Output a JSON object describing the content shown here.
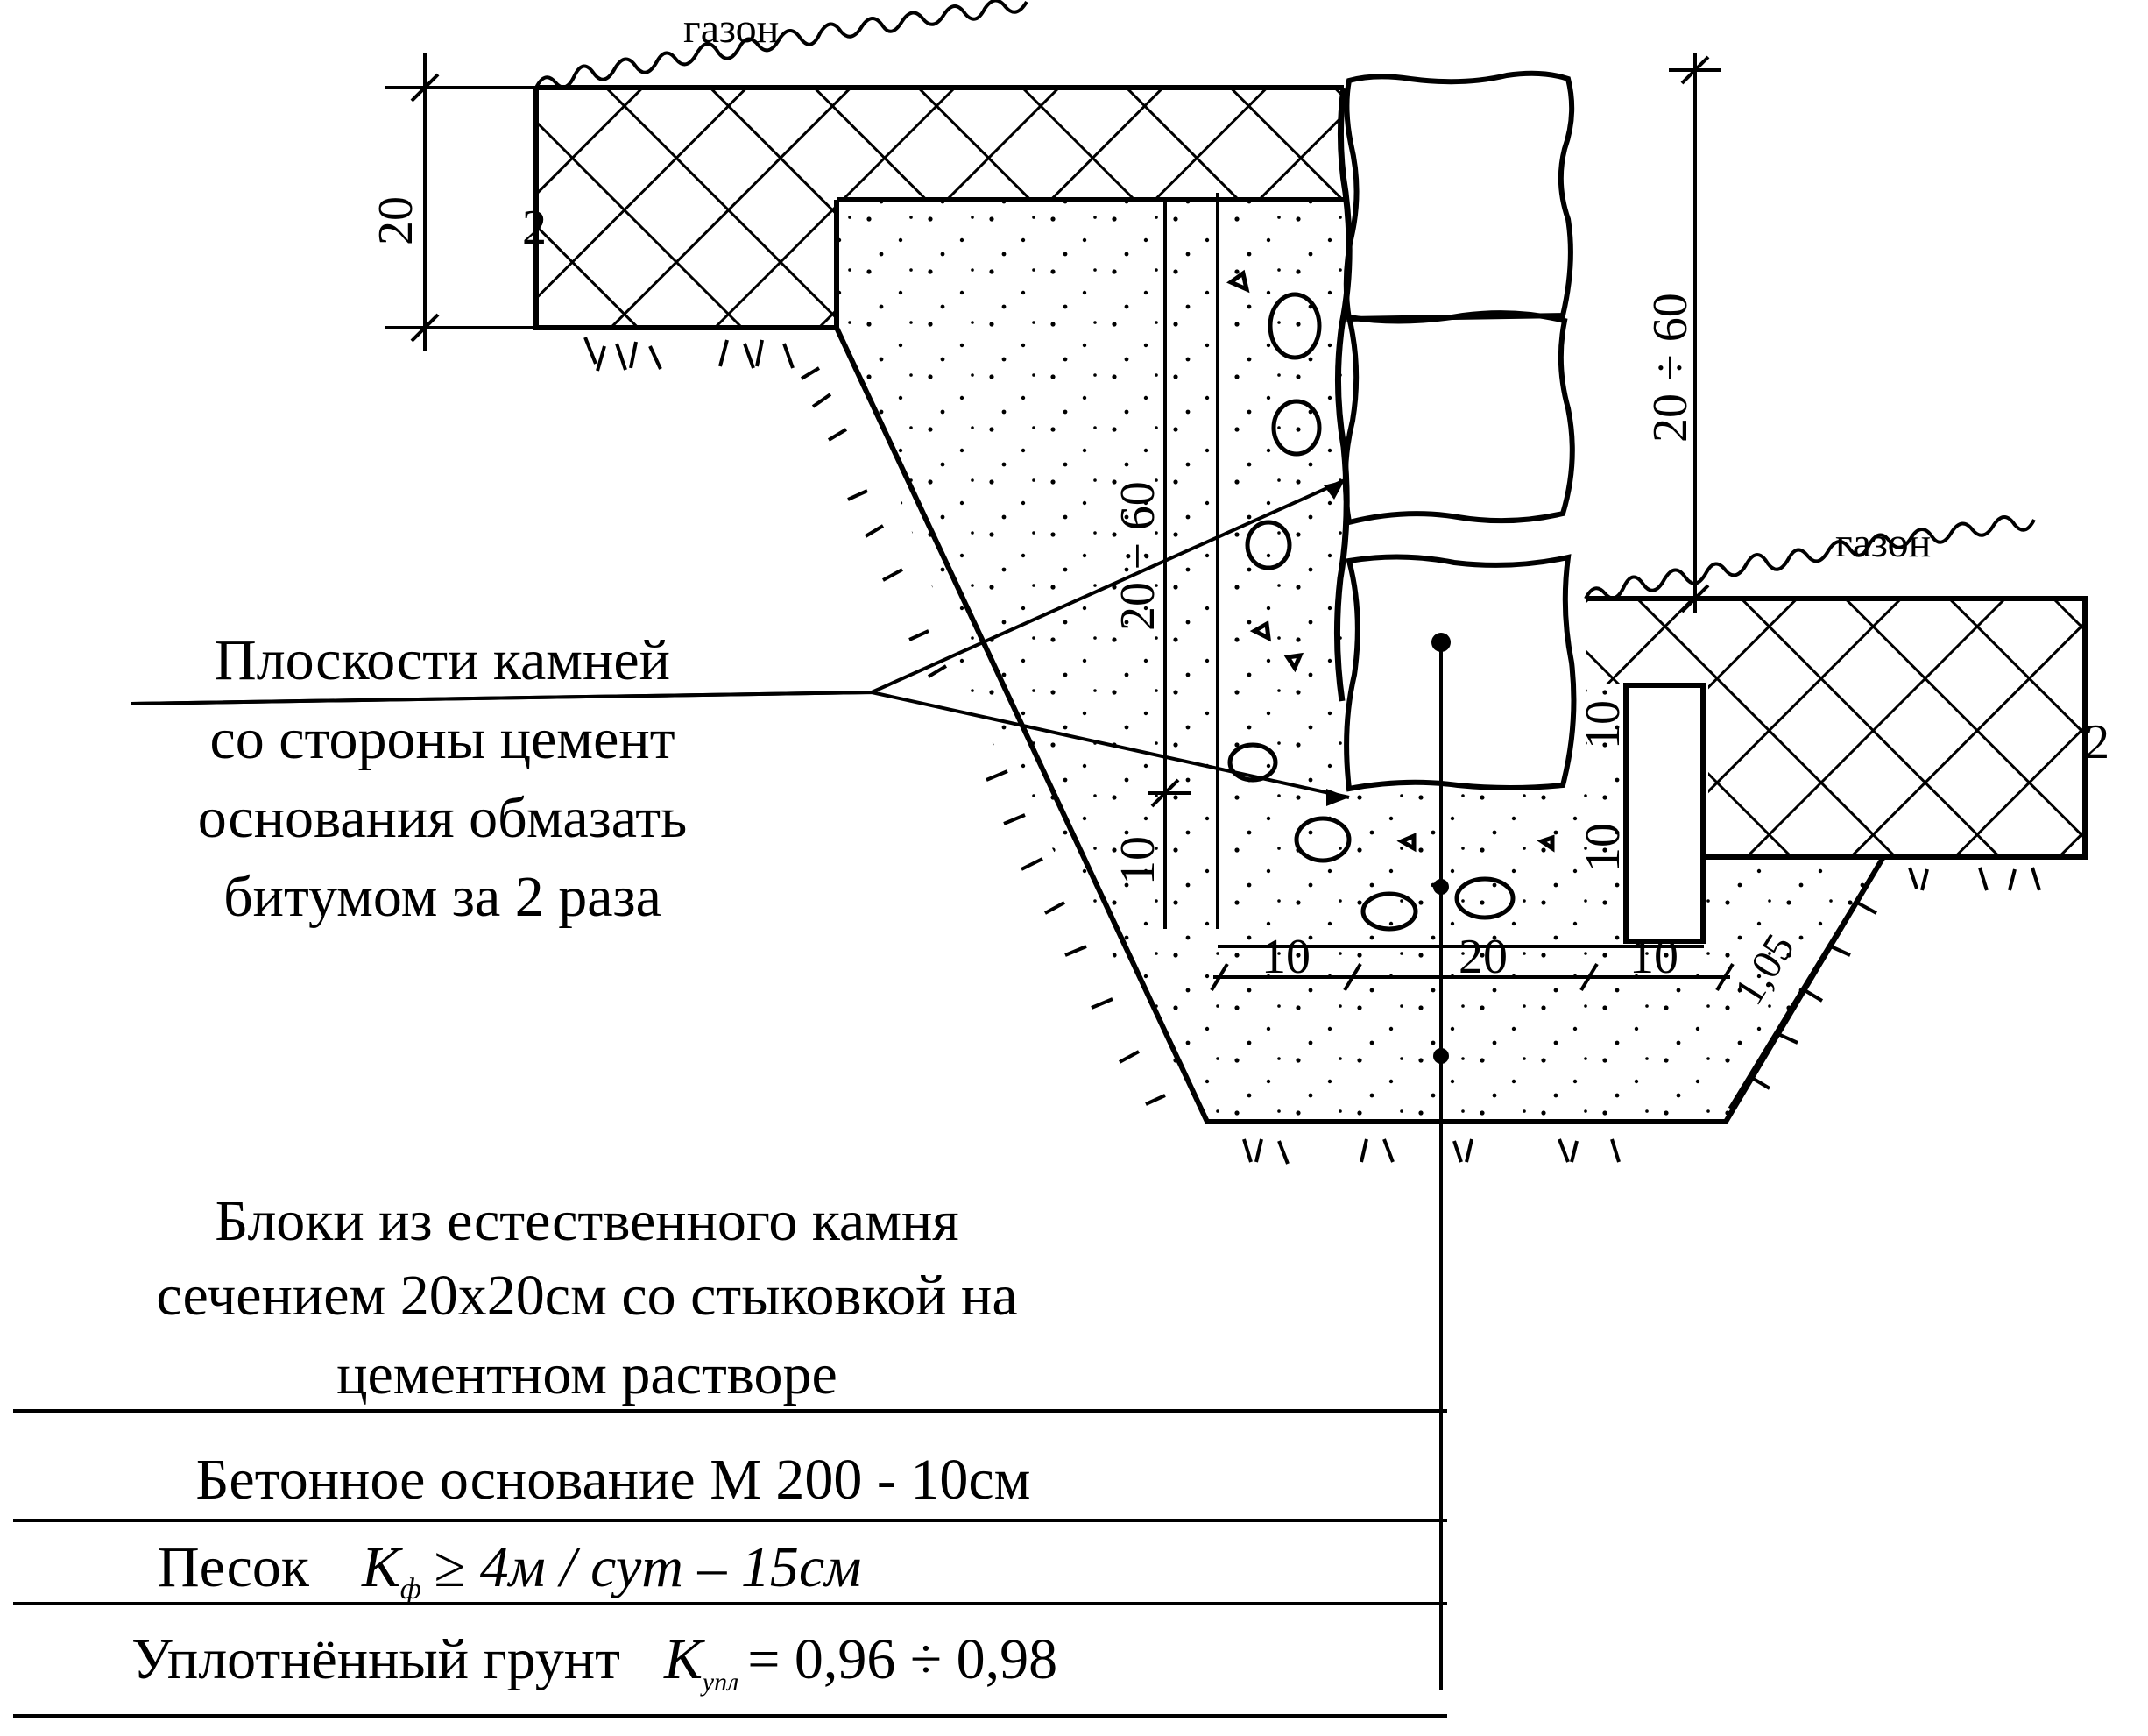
{
  "labels": {
    "lawn_left": "газон",
    "lawn_right": "газон"
  },
  "dimensions": {
    "left_height": "20",
    "left_layer": "2",
    "right_height": "20 ÷ 60",
    "block_height": "20 ÷ 60",
    "base_thickness": "10",
    "gap_top": "10",
    "gap_side": "10",
    "bottom_left": "10",
    "bottom_center": "20",
    "bottom_right": "10",
    "slope": "1,05",
    "right_layer": "2"
  },
  "note": {
    "line1": "Плоскости камней",
    "line2": "со стороны цемент",
    "line3": "основания обмазать",
    "line4": "битумом за 2 раза"
  },
  "legend": {
    "item1_line1": "Блоки из естественного камня",
    "item1_line2": "сечением 20х20см со стыковкой на",
    "item1_line3": "цементном растворе",
    "item2": "Бетонное основание М  200  - 10см",
    "item3_a": "Песок",
    "item3_b": "К",
    "item3_sub": "ф",
    "item3_c": "≥ 4м / сут   –   15см",
    "item4_a": "Уплотнённый грунт",
    "item4_b": "К",
    "item4_sub": "упл",
    "item4_c": "= 0,96 ÷ 0,98"
  }
}
